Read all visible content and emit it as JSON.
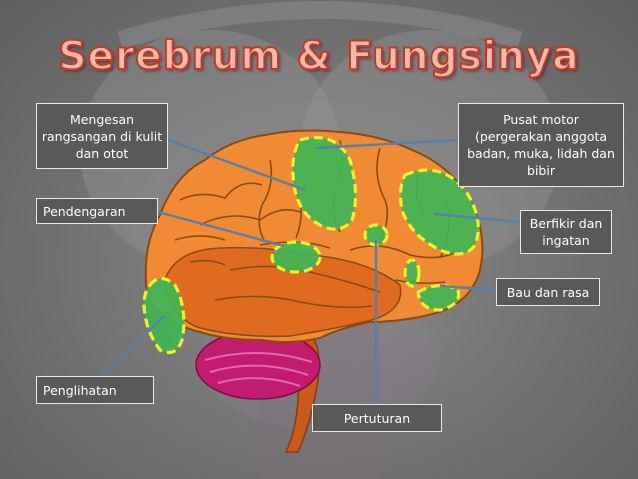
{
  "title": "Serebrum & Fungsinya",
  "colors": {
    "cortex": "#f08a34",
    "lobe_dark": "#d8601a",
    "functional_area": "#3fb556",
    "area_outline": "#f3f02a",
    "cerebellum": "#c21c6e",
    "brainstem": "#c85a1c",
    "pointer": "#5b7ea6",
    "label_bg": "#595959"
  },
  "labels": {
    "sensory": "Mengesan rangsangan di kulit dan otot",
    "motor": "Pusat motor (pergerakan anggota badan, muka, lidah dan bibir",
    "hearing": "Pendengaran",
    "thinking": "Berfikir dan ingatan",
    "smell_taste": "Bau dan rasa",
    "vision": "Penglihatan",
    "speech": "Pertuturan"
  }
}
